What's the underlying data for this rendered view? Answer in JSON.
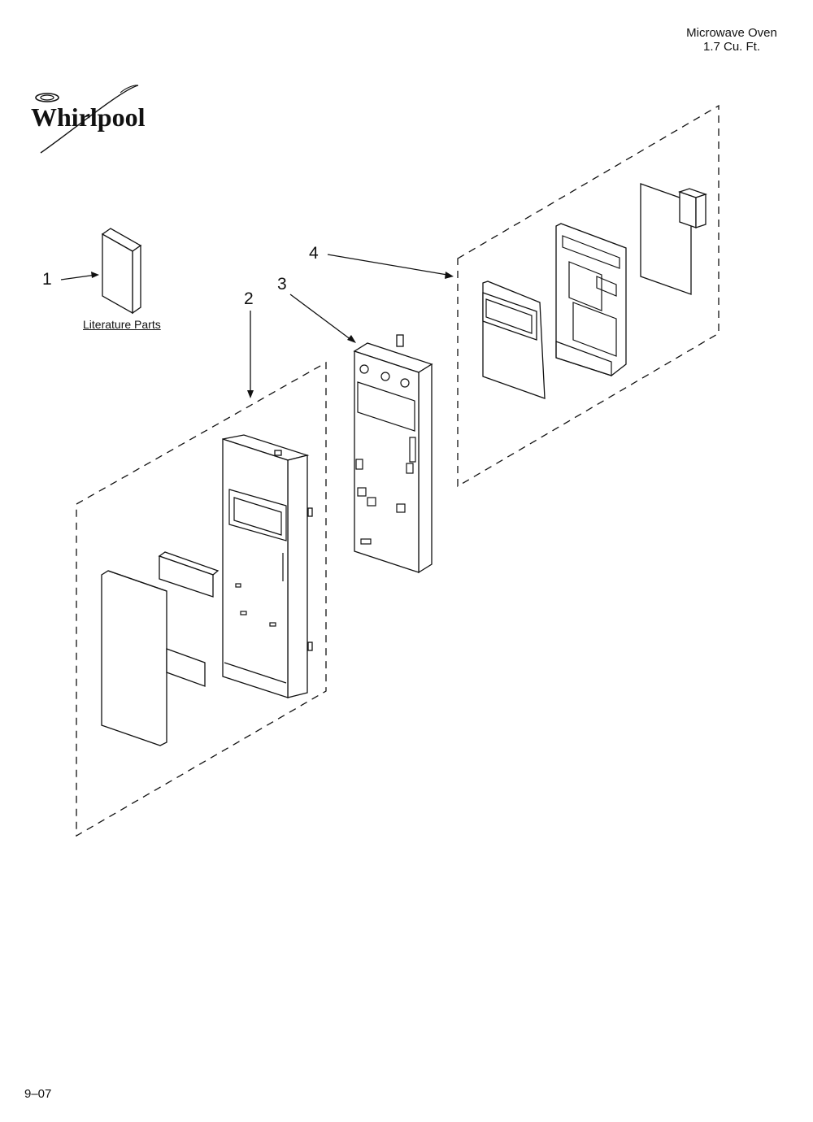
{
  "header": {
    "line1": "Microwave Oven",
    "line2": "1.7 Cu. Ft."
  },
  "brand": {
    "logo_text": "Whirlpool"
  },
  "callouts": {
    "c1": "1",
    "c2": "2",
    "c3": "3",
    "c4": "4"
  },
  "labels": {
    "literature": "Literature Parts"
  },
  "footer": {
    "code": "9–07"
  },
  "colors": {
    "ink": "#111111",
    "paper": "#ffffff"
  }
}
